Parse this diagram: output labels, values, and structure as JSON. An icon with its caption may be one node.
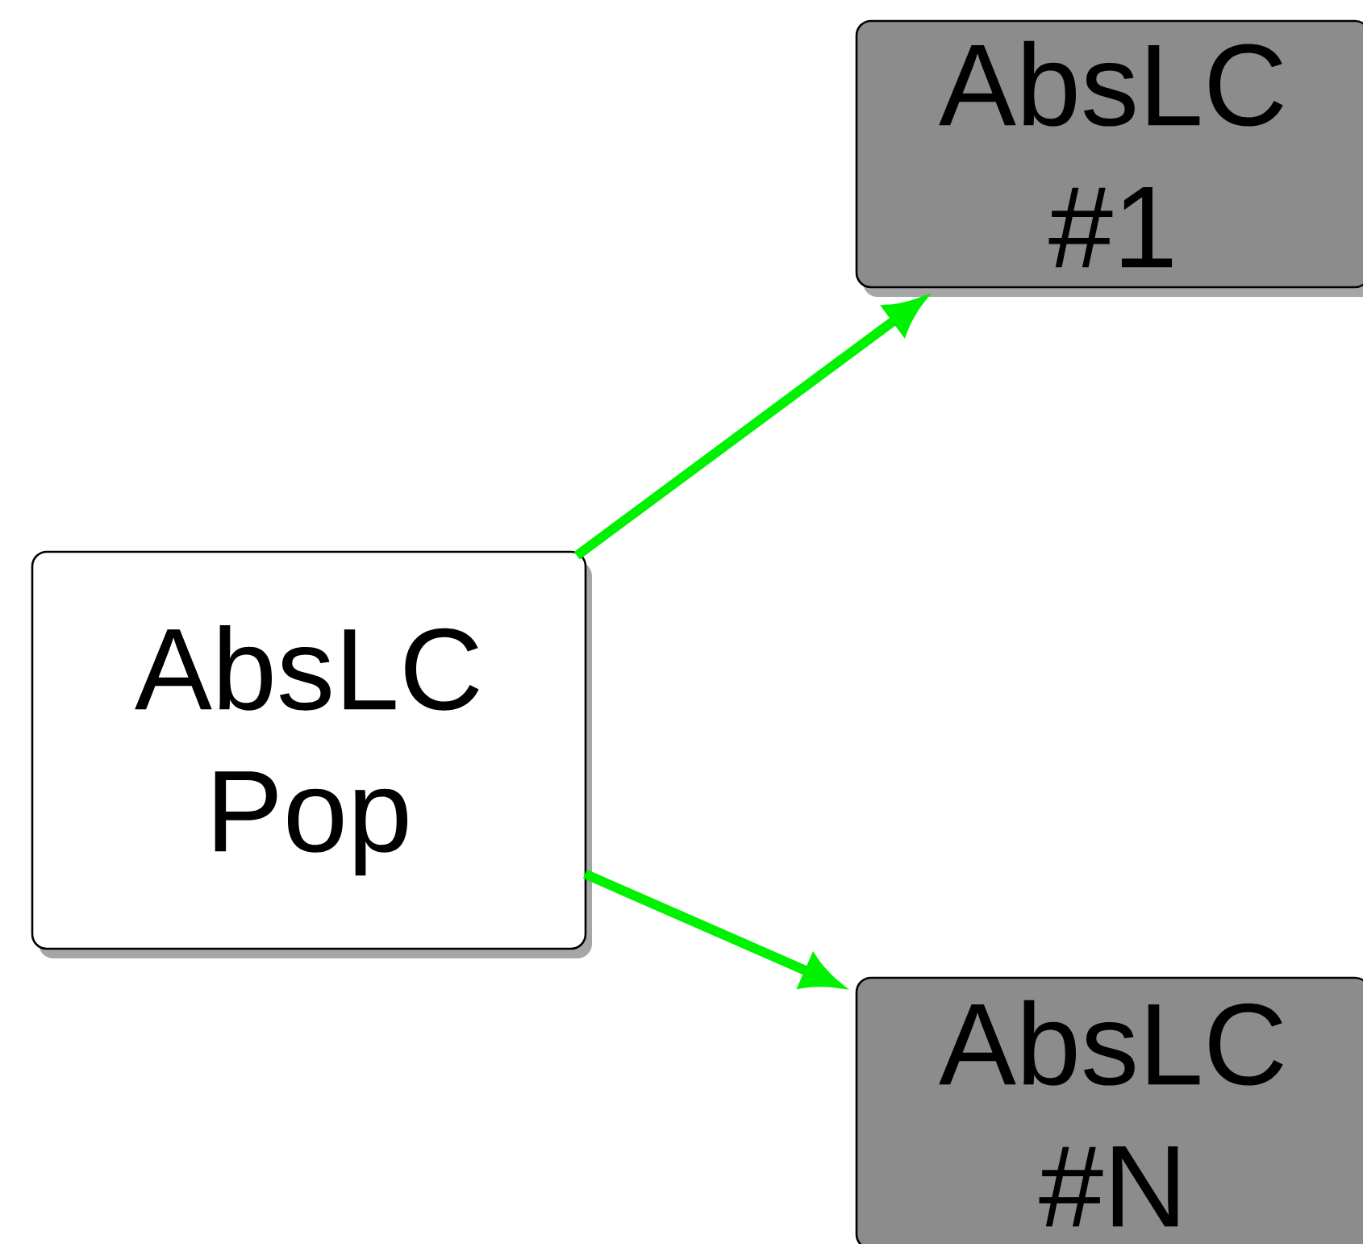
{
  "diagram": {
    "nodes": [
      {
        "text": [
          "AbsLC Pop"
        ]
      },
      {
        "text": [
          "AbsLC #1"
        ]
      },
      {
        "text": [
          "AbsLC #N"
        ]
      }
    ],
    "edges": [
      {
        "from": 0,
        "to": 1,
        "arrow": "to"
      },
      {
        "from": 0,
        "to": 2,
        "arrow": "to"
      }
    ]
  }
}
